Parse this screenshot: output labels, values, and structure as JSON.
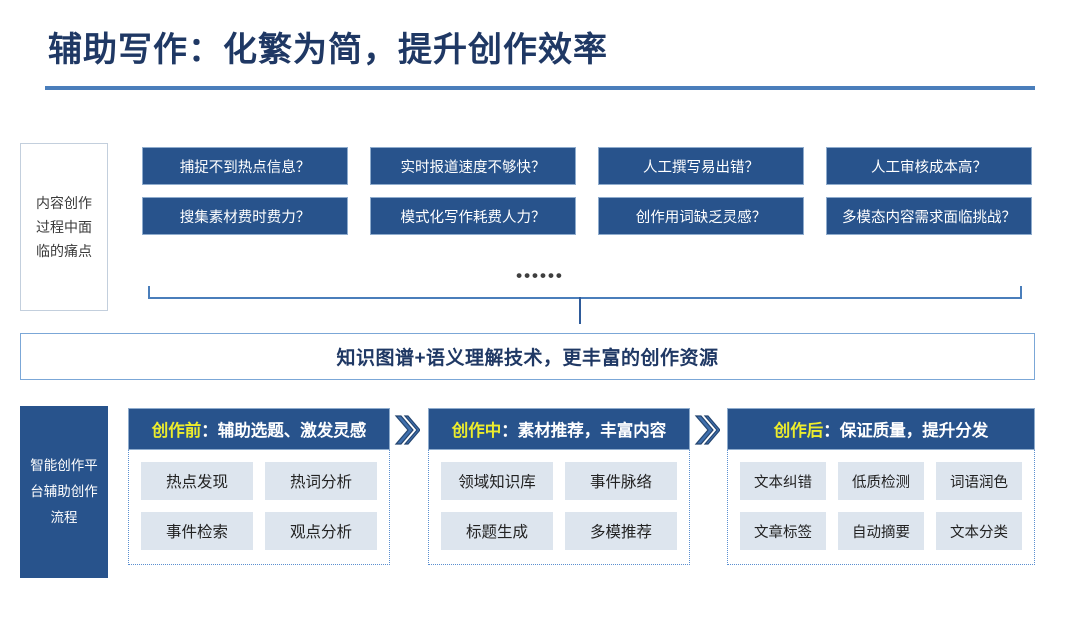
{
  "slide": {
    "title": "辅助写作：化繁为简，提升创作效率",
    "accent_color": "#1f3864",
    "rule_color": "#4a7ebb",
    "box_fill": "#28538c",
    "chip_fill": "#dde5ee",
    "highlight_color": "#eded2c"
  },
  "pain_section": {
    "label": "内容创作过程中面临的痛点",
    "items": [
      "捕捉不到热点信息？",
      "实时报道速度不够快？",
      "人工撰写易出错？",
      "人工审核成本高？",
      "搜集素材费时费力？",
      "模式化写作耗费人力？",
      "创作用词缺乏灵感？",
      "多模态内容需求面临挑战？"
    ],
    "ellipsis": "••••••"
  },
  "banner": {
    "text": "知识图谱+语义理解技术，更丰富的创作资源"
  },
  "flow_section": {
    "label": "智能创作平台辅助创作流程",
    "stages": [
      {
        "highlight": "创作前",
        "rest": "：辅助选题、激发灵感",
        "items": [
          "热点发现",
          "热词分析",
          "事件检索",
          "观点分析"
        ]
      },
      {
        "highlight": "创作中",
        "rest": "：素材推荐，丰富内容",
        "items": [
          "领域知识库",
          "事件脉络",
          "标题生成",
          "多模推荐"
        ]
      },
      {
        "highlight": "创作后",
        "rest": "：保证质量，提升分发",
        "items": [
          "文本纠错",
          "低质检测",
          "词语润色",
          "文章标签",
          "自动摘要",
          "文本分类"
        ]
      }
    ],
    "arrow_icon": "double-chevron-right-icon"
  }
}
